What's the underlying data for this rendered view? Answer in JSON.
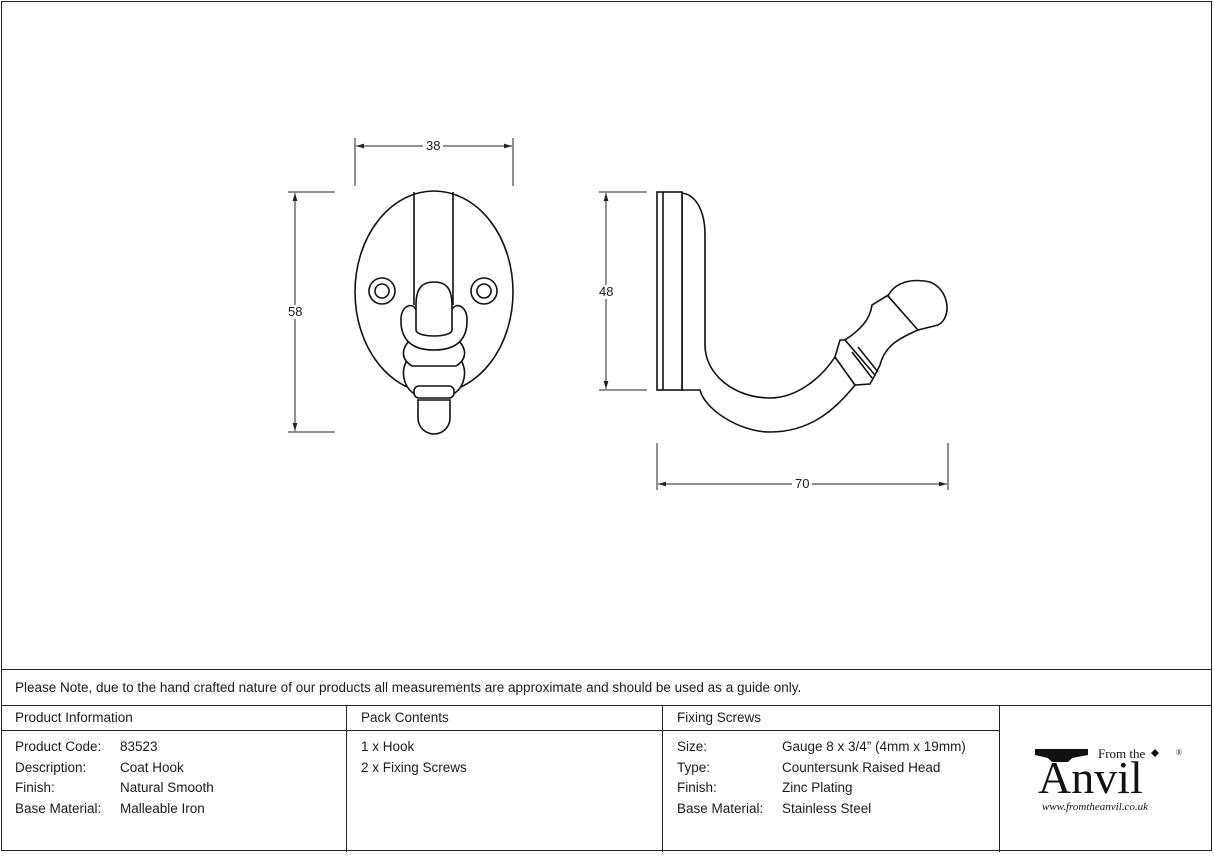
{
  "dimensions": {
    "front_width": "38",
    "front_height": "58",
    "side_height": "48",
    "side_depth": "70"
  },
  "note": "Please Note, due to the hand crafted nature of our products all measurements are approximate and should be used as a guide only.",
  "product_info": {
    "heading": "Product Information",
    "rows": [
      {
        "label": "Product Code:",
        "value": "83523"
      },
      {
        "label": "Description:",
        "value": "Coat Hook"
      },
      {
        "label": "Finish:",
        "value": "Natural Smooth"
      },
      {
        "label": "Base Material:",
        "value": "Malleable Iron"
      }
    ]
  },
  "pack_contents": {
    "heading": "Pack Contents",
    "items": [
      "1 x Hook",
      "2 x Fixing Screws"
    ]
  },
  "fixing_screws": {
    "heading": "Fixing Screws",
    "rows": [
      {
        "label": "Size:",
        "value": "Gauge 8 x 3/4” (4mm x 19mm)"
      },
      {
        "label": "Type:",
        "value": "Countersunk Raised Head"
      },
      {
        "label": "Finish:",
        "value": "Zinc Plating"
      },
      {
        "label": "Base Material:",
        "value": "Stainless Steel"
      }
    ]
  },
  "logo": {
    "from_the": "From the",
    "brand": "Anvil",
    "registered": "®",
    "url": "www.fromtheanvil.co.uk"
  }
}
